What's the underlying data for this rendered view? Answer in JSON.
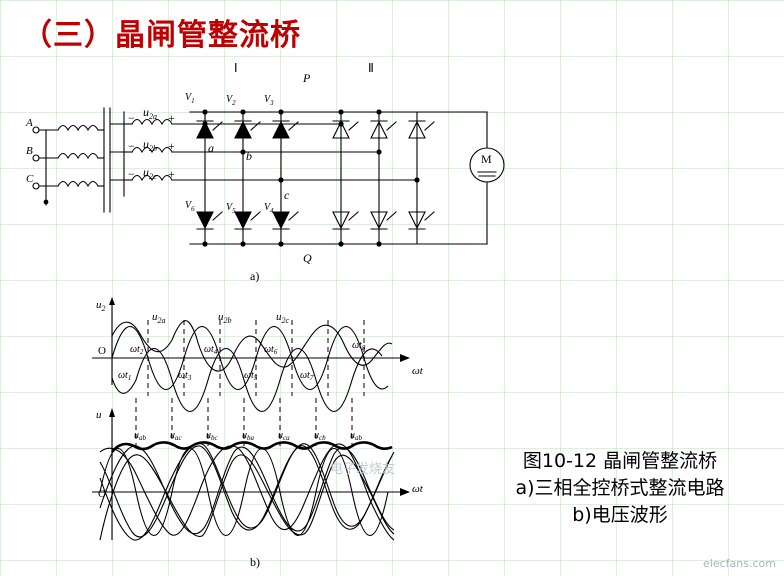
{
  "slide": {
    "title": "（三）晶闸管整流桥",
    "title_color": "#c00000",
    "watermark": "elecfans.com",
    "watermark2": "电子发烧友"
  },
  "figure_a": {
    "label": "a)",
    "phase_labels": [
      "A",
      "B",
      "C"
    ],
    "secondary_voltages": [
      "u2a",
      "u2b",
      "u2c"
    ],
    "group_labels": [
      "I",
      "II"
    ],
    "node_labels": [
      "P",
      "Q",
      "a",
      "b",
      "c"
    ],
    "thyristors_top": [
      "V1",
      "V2",
      "V3"
    ],
    "thyristors_bottom": [
      "V6",
      "V5",
      "V4"
    ],
    "motor_label": "M",
    "polarity_marks": [
      "−",
      "+"
    ]
  },
  "figure_b": {
    "label": "b)",
    "top_axis_y": "u2",
    "top_axis_x": "ωt",
    "origin": "O",
    "wave_labels_top": [
      "u2a",
      "u2b",
      "u2c"
    ],
    "angle_labels_upper": [
      "ωt2",
      "ωt4",
      "ωt6",
      "ωt8"
    ],
    "angle_labels_lower": [
      "ωt1",
      "ωt3",
      "ωt5",
      "ωt7"
    ],
    "bottom_axis_y": "u",
    "bottom_axis_x": "ωt",
    "line_voltage_labels": [
      "uab",
      "uac",
      "ubc",
      "uba",
      "uca",
      "ucb",
      "uab"
    ]
  },
  "caption": {
    "line1": "图10-12  晶闸管整流桥",
    "line2": "a)三相全控桥式整流电路",
    "line3": "b)电压波形"
  }
}
